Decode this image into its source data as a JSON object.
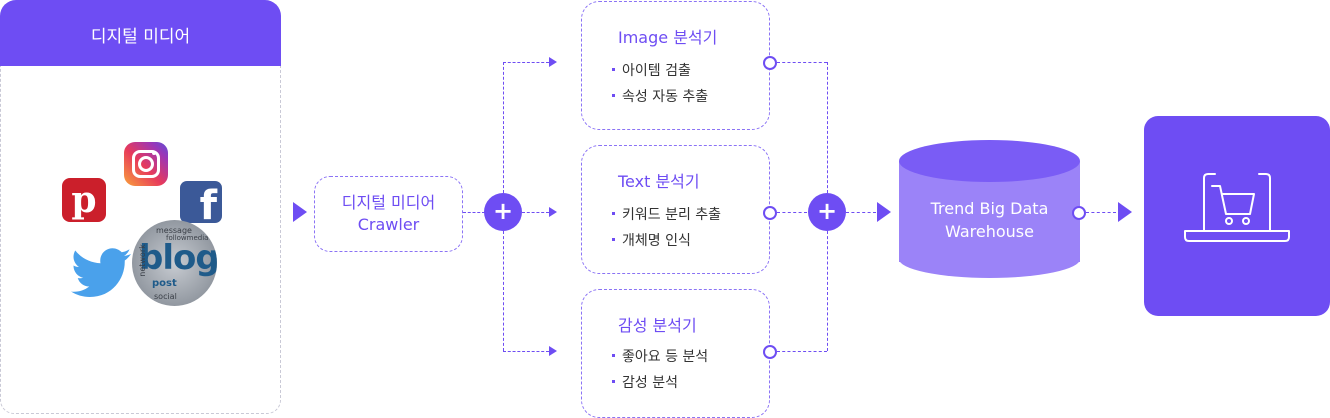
{
  "source_panel": {
    "title": "디지털 미디어",
    "icons": [
      "instagram-icon",
      "pinterest-icon",
      "facebook-icon",
      "twitter-icon",
      "blog-icon"
    ],
    "blog_icon_text": {
      "word": "blog",
      "small_words": [
        "message",
        "followmedia",
        "post",
        "social",
        "network"
      ]
    }
  },
  "crawler": {
    "line1": "디지털 미디어",
    "line2": "Crawler"
  },
  "analyzers": [
    {
      "title": "Image 분석기",
      "items": [
        "아이템 검출",
        "속성 자동 추출"
      ]
    },
    {
      "title": "Text 분석기",
      "items": [
        "키워드 분리 추출",
        "개체명 인식"
      ]
    },
    {
      "title": "감성 분석기",
      "items": [
        "좋아요 등 분석",
        "감성 분석"
      ]
    }
  ],
  "plus_symbol": "+",
  "warehouse": {
    "line1": "Trend Big Data",
    "line2": "Warehouse"
  },
  "destination": {
    "icon": "laptop-shopping-cart-icon"
  },
  "colors": {
    "accent": "#6e4df3",
    "cylinder_body": "#9b83f8",
    "cylinder_top": "#7a5cf5"
  }
}
